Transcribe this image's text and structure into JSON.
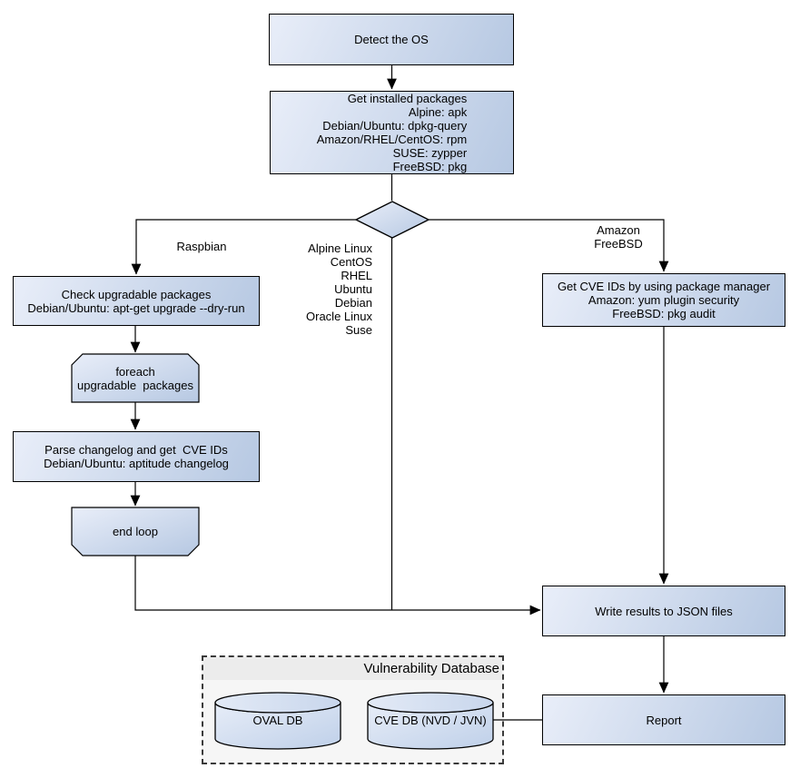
{
  "diagram": {
    "nodes": {
      "detect_os": {
        "label": "Detect the OS"
      },
      "get_installed_packages": {
        "lines": [
          "Get installed packages",
          "Alpine: apk",
          "Debian/Ubuntu: dpkg-query",
          "Amazon/RHEL/CentOS: rpm",
          "SUSE: zypper",
          "FreeBSD: pkg"
        ]
      },
      "check_upgradable": {
        "lines": [
          "Check upgradable packages",
          "Debian/Ubuntu: apt-get upgrade --dry-run"
        ]
      },
      "foreach_loop": {
        "lines": [
          "foreach",
          "upgradable  packages"
        ]
      },
      "parse_changelog": {
        "lines": [
          "Parse changelog and get  CVE IDs",
          "Debian/Ubuntu: aptitude changelog"
        ]
      },
      "end_loop": {
        "label": "end loop"
      },
      "get_cve_ids": {
        "lines": [
          "Get CVE IDs by using package manager",
          "Amazon: yum plugin security",
          "FreeBSD: pkg audit"
        ]
      },
      "write_results": {
        "label": "Write results to JSON files"
      },
      "report": {
        "label": "Report"
      }
    },
    "edge_labels": {
      "raspbian": "Raspbian",
      "os_list": [
        "Alpine Linux",
        "CentOS",
        "RHEL",
        "Ubuntu",
        "Debian",
        "Oracle Linux",
        "Suse"
      ],
      "amazon_freebsd": [
        "Amazon",
        "FreeBSD"
      ]
    },
    "database": {
      "title": "Vulnerability Database",
      "cylinders": [
        {
          "label": "OVAL DB"
        },
        {
          "label": "CVE DB (NVD / JVN)"
        }
      ]
    },
    "colors": {
      "node_fill_light": "#e9eef9",
      "node_fill_dark": "#b6c8e2",
      "node_border": "#000000",
      "connector": "#000000",
      "container_bg": "#f6f6f6",
      "container_header_bg": "#ececec",
      "container_border": "#3a3a3a"
    }
  }
}
